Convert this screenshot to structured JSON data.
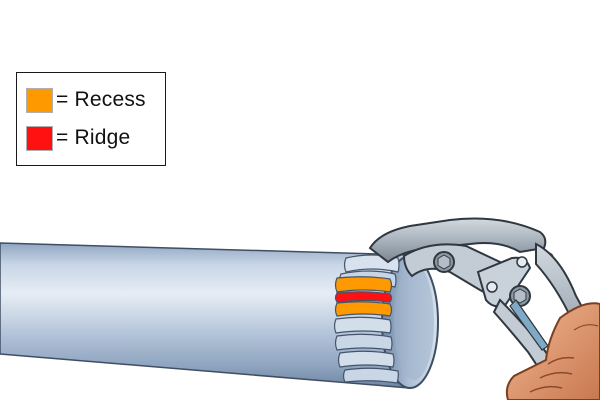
{
  "legend": {
    "items": [
      {
        "swatch_color": "#FF9900",
        "label": "= Recess"
      },
      {
        "swatch_color": "#FF1111",
        "label": "= Ridge"
      }
    ]
  },
  "colors": {
    "pipe_light": "#DCE6F2",
    "pipe_mid": "#A9BDD6",
    "pipe_dark": "#6E86A6",
    "tool_metal": "#B8C2CC",
    "tool_dark": "#555E68",
    "grip": "#C0623A",
    "hand": "#E4A07A"
  },
  "icons": {
    "pipe": "pipe-illustration",
    "tool": "crimping-pliers-illustration",
    "hand": "hand-illustration"
  }
}
